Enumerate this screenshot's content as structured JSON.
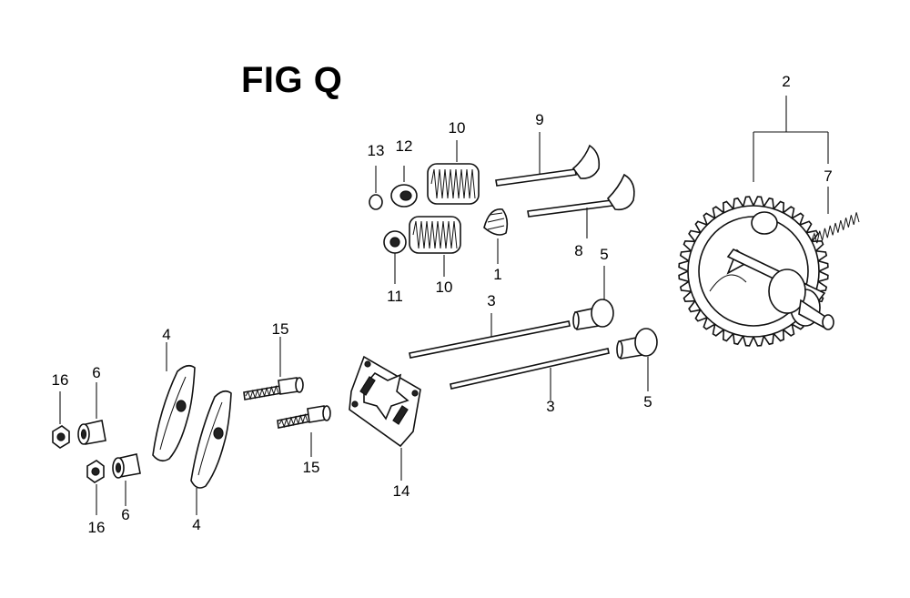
{
  "figure": {
    "title": "FIG Q"
  },
  "callouts": [
    {
      "id": "c2",
      "label": "2"
    },
    {
      "id": "c7",
      "label": "7"
    },
    {
      "id": "c9",
      "label": "9"
    },
    {
      "id": "c10a",
      "label": "10"
    },
    {
      "id": "c12",
      "label": "12"
    },
    {
      "id": "c13",
      "label": "13"
    },
    {
      "id": "c11",
      "label": "11"
    },
    {
      "id": "c10b",
      "label": "10"
    },
    {
      "id": "c1",
      "label": "1"
    },
    {
      "id": "c8",
      "label": "8"
    },
    {
      "id": "c5a",
      "label": "5"
    },
    {
      "id": "c3a",
      "label": "3"
    },
    {
      "id": "c3b",
      "label": "3"
    },
    {
      "id": "c5b",
      "label": "5"
    },
    {
      "id": "c15a",
      "label": "15"
    },
    {
      "id": "c15b",
      "label": "15"
    },
    {
      "id": "c14",
      "label": "14"
    },
    {
      "id": "c4a",
      "label": "4"
    },
    {
      "id": "c4b",
      "label": "4"
    },
    {
      "id": "c16a",
      "label": "16"
    },
    {
      "id": "c6a",
      "label": "6"
    },
    {
      "id": "c6b",
      "label": "6"
    },
    {
      "id": "c16b",
      "label": "16"
    }
  ]
}
